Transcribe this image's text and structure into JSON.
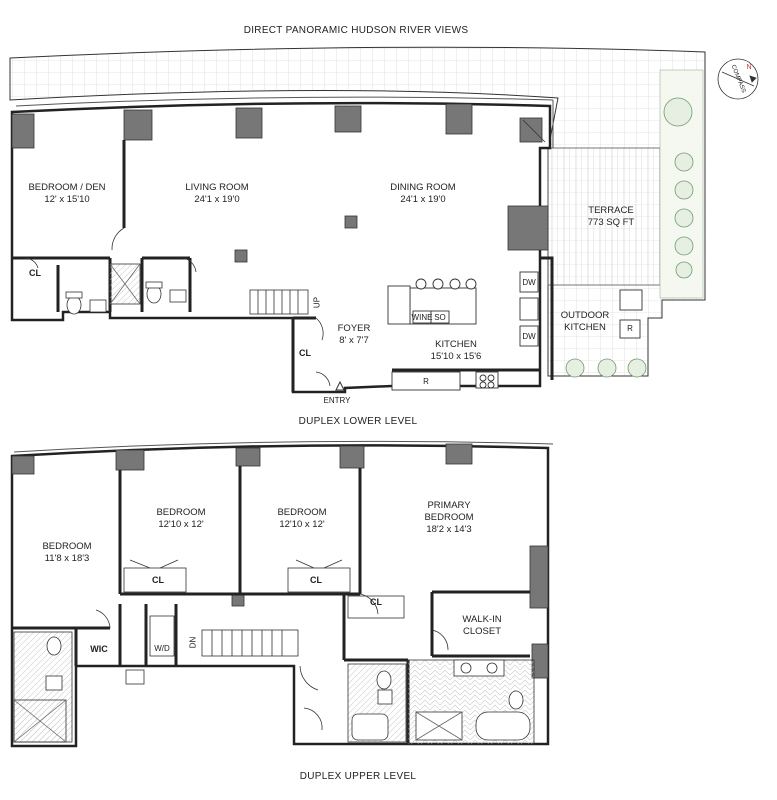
{
  "captions": {
    "top": "DIRECT PANORAMIC HUDSON RIVER VIEWS",
    "lower": "DUPLEX LOWER LEVEL",
    "upper": "DUPLEX UPPER LEVEL"
  },
  "lower_level": {
    "bedroom_den": {
      "name": "BEDROOM / DEN",
      "dims": "12' x 15'10"
    },
    "living_room": {
      "name": "LIVING ROOM",
      "dims": "24'1 x 19'0"
    },
    "dining_room": {
      "name": "DINING ROOM",
      "dims": "24'1 x 19'0"
    },
    "terrace": {
      "name": "TERRACE",
      "dims": "773 SQ FT"
    },
    "foyer": {
      "name": "FOYER",
      "dims": "8' x 7'7"
    },
    "kitchen": {
      "name": "KITCHEN",
      "dims": "15'10 x 15'6"
    },
    "outdoor_kitchen": {
      "name_line1": "OUTDOOR",
      "name_line2": "KITCHEN"
    },
    "closet_den": "CL",
    "closet_foyer": "CL",
    "stair_up": "UP",
    "entry": "ENTRY",
    "dw_1": "DW",
    "dw_2": "DW",
    "wine": "WINE",
    "so": "SO",
    "fridge": "R",
    "outdoor_fridge": "R"
  },
  "upper_level": {
    "bedroom_1": {
      "name": "BEDROOM",
      "dims": "11'8 x 18'3"
    },
    "bedroom_2": {
      "name": "BEDROOM",
      "dims": "12'10 x 12'"
    },
    "bedroom_3": {
      "name": "BEDROOM",
      "dims": "12'10 x 12'"
    },
    "primary": {
      "name_line1": "PRIMARY",
      "name_line2": "BEDROOM",
      "dims": "18'2 x 14'3"
    },
    "walk_in": {
      "name_line1": "WALK-IN",
      "name_line2": "CLOSET"
    },
    "closet_2": "CL",
    "closet_3": "CL",
    "closet_primary": "CL",
    "wic": "WIC",
    "wd": "W/D",
    "stair_down": "DN"
  },
  "compass": {
    "label": "COMPASS",
    "north": "N"
  }
}
